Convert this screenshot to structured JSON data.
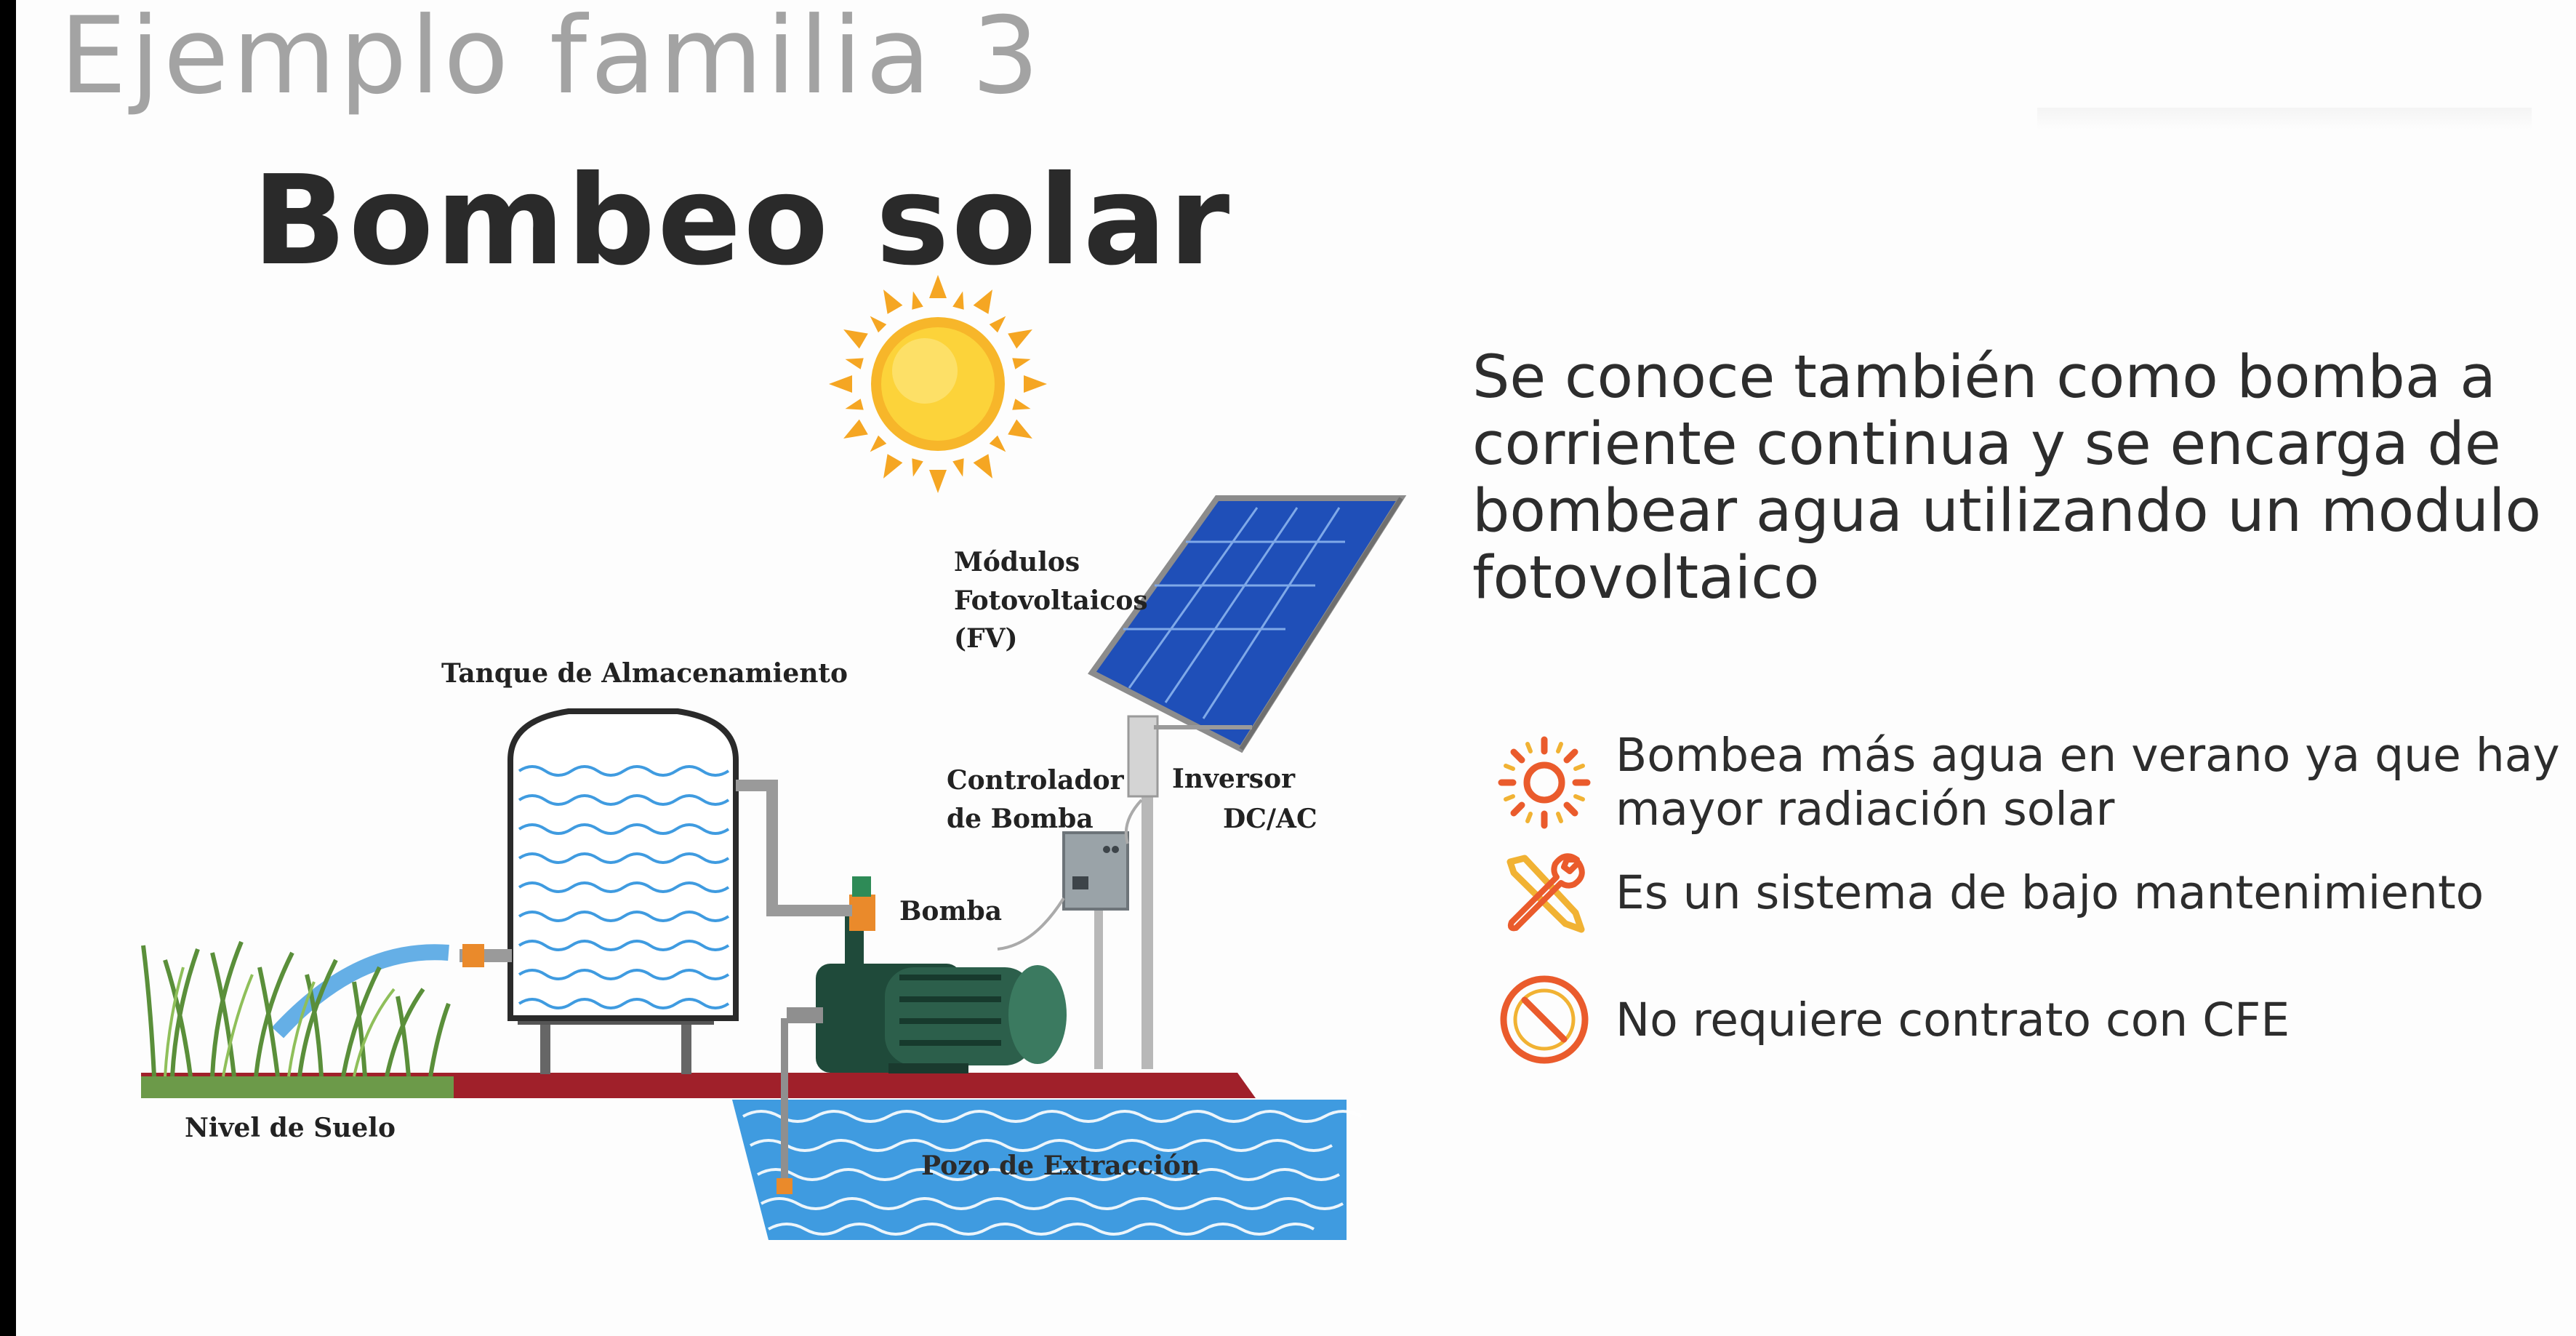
{
  "slide": {
    "eyebrow": "Ejemplo familia 3",
    "title": "Bombeo solar",
    "description": "Se conoce también como bomba a corriente continua y se encarga de bombear agua utilizando un modulo fotovoltaico"
  },
  "diagram": {
    "labels": {
      "panels_line1": "Módulos",
      "panels_line2": "Fotovoltaicos",
      "panels_line3": "(FV)",
      "tank": "Tanque de Almacenamiento",
      "controller_line1": "Controlador",
      "controller_line2": "de Bomba",
      "inverter_line1": "Inversor",
      "inverter_line2": "DC/AC",
      "pump": "Bomba",
      "ground": "Nivel de Suelo",
      "well": "Pozo de Extracción"
    }
  },
  "features": [
    {
      "icon": "sun-radiation-icon",
      "text": "Bombea más agua en verano ya que hay mayor radiación solar"
    },
    {
      "icon": "wrench-screwdriver-icon",
      "text": "Es un sistema de bajo mantenimiento"
    },
    {
      "icon": "prohibited-icon",
      "text": "No requiere contrato con CFE"
    }
  ],
  "colors": {
    "eyebrow": "#a3a3a3",
    "title": "#2a2a2a",
    "icon_orange": "#ea5b2c",
    "icon_yellow": "#f1b233",
    "water_blue": "#3f9be0",
    "panel_blue": "#1f4fb8",
    "ground_red": "#a0202a",
    "pump_green": "#1f4a3a"
  }
}
